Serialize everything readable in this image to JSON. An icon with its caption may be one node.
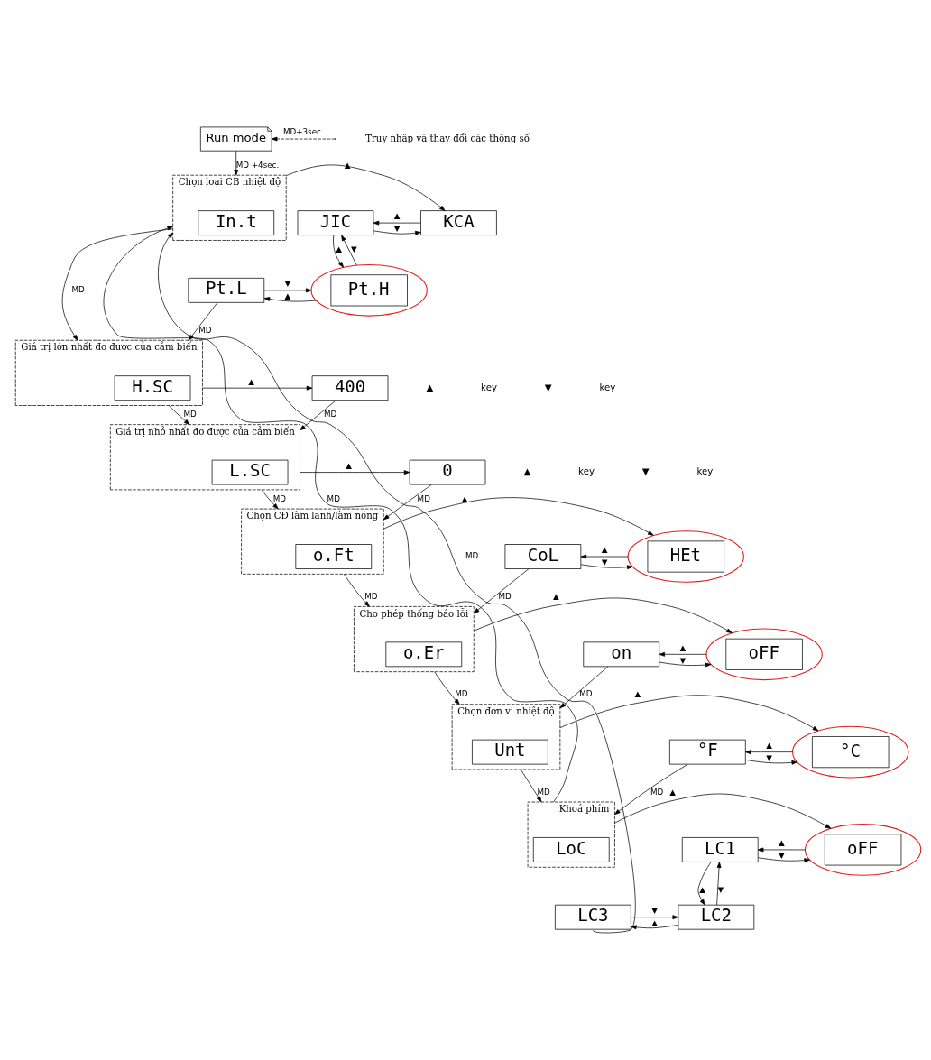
{
  "diagram": {
    "nodes": [
      {
        "text": [
          "Run mode"
        ]
      },
      {
        "text": [
          "Chọn loại CB nhiệt độ"
        ]
      },
      {
        "text": [
          "In.t"
        ],
        "in": 1
      },
      {
        "text": [
          "KCA"
        ]
      },
      {
        "text": [
          "JIC"
        ]
      },
      {
        "text": [
          "Pt.L"
        ]
      },
      {
        "text": [
          "Pt.H"
        ]
      },
      {
        "text": [
          "Giá trị lớn nhất đo được của cảm biến"
        ]
      },
      {
        "text": [
          "H.SC"
        ],
        "in": 7
      },
      {
        "text": [
          "400"
        ]
      },
      {
        "text": [
          "Giá trị nhỏ nhất đo được của cảm biến"
        ]
      },
      {
        "text": [
          "L.SC"
        ],
        "in": 10
      },
      {
        "text": [
          "0"
        ]
      },
      {
        "text": [
          "Chọn CĐ làm lanh/làm nóng"
        ]
      },
      {
        "text": [
          "o.Ft"
        ],
        "in": 13
      },
      {
        "text": [
          "HEt"
        ]
      },
      {
        "text": [
          "CoL"
        ]
      },
      {
        "text": [
          "Cho phép thống báo lỗi"
        ]
      },
      {
        "text": [
          "o.Er"
        ],
        "in": 17
      },
      {
        "text": [
          "oFF"
        ]
      },
      {
        "text": [
          "on"
        ]
      },
      {
        "text": [
          "Chọn đơn vị nhiệt độ"
        ]
      },
      {
        "text": [
          "Unt"
        ],
        "in": 21
      },
      {
        "text": [
          "°C"
        ]
      },
      {
        "text": [
          "°F"
        ]
      },
      {
        "text": [
          "Khoá phím"
        ]
      },
      {
        "text": [
          "LoC"
        ],
        "in": 25
      },
      {
        "text": [
          "oFF"
        ]
      },
      {
        "text": [
          "LC1"
        ]
      },
      {
        "text": [
          "LC2"
        ]
      },
      {
        "text": [
          "LC3"
        ]
      }
    ],
    "edges": [
      {
        "from": 0,
        "to": 1,
        "arrow": "to",
        "label": "MD +4sec."
      },
      {
        "from": null,
        "to": 0,
        "arrow": "to",
        "label": "MD+3sec.",
        "style": "dashed"
      },
      {
        "from": 1,
        "to": 3,
        "arrow": "to",
        "label": "▲"
      },
      {
        "from": 3,
        "to": 4,
        "arrow": "to",
        "label": "▲"
      },
      {
        "from": 4,
        "to": 3,
        "arrow": "to",
        "label": "▼"
      },
      {
        "from": 6,
        "to": 4,
        "arrow": "to",
        "label": "▼"
      },
      {
        "from": 4,
        "to": 6,
        "arrow": "to",
        "label": "▲"
      },
      {
        "from": 5,
        "to": 6,
        "arrow": "to",
        "label": "▼"
      },
      {
        "from": 6,
        "to": 5,
        "arrow": "to",
        "label": "▲"
      },
      {
        "from": 1,
        "to": 7,
        "arrow": "to",
        "label": "MD"
      },
      {
        "from": 5,
        "to": 7,
        "arrow": "to",
        "label": "MD"
      },
      {
        "from": 7,
        "to": 9,
        "arrow": "to",
        "label": "▲"
      },
      {
        "from": 7,
        "to": 10,
        "arrow": "to",
        "label": "MD"
      },
      {
        "from": 9,
        "to": 10,
        "arrow": "to",
        "label": "MD"
      },
      {
        "from": 10,
        "to": 12,
        "arrow": "to",
        "label": "▲"
      },
      {
        "from": 10,
        "to": 13,
        "arrow": "to",
        "label": "MD"
      },
      {
        "from": 12,
        "to": 13,
        "arrow": "to",
        "label": "MD"
      },
      {
        "from": 13,
        "to": 15,
        "arrow": "to",
        "label": "▲"
      },
      {
        "from": 15,
        "to": 16,
        "arrow": "to",
        "label": "▲"
      },
      {
        "from": 16,
        "to": 15,
        "arrow": "to",
        "label": "▼"
      },
      {
        "from": 13,
        "to": 17,
        "arrow": "to",
        "label": "MD"
      },
      {
        "from": 16,
        "to": 17,
        "arrow": "to",
        "label": "MD"
      },
      {
        "from": 17,
        "to": 19,
        "arrow": "to",
        "label": "▲"
      },
      {
        "from": 19,
        "to": 20,
        "arrow": "to",
        "label": "▲"
      },
      {
        "from": 20,
        "to": 19,
        "arrow": "to",
        "label": "▼"
      },
      {
        "from": 17,
        "to": 21,
        "arrow": "to",
        "label": "MD"
      },
      {
        "from": 20,
        "to": 21,
        "arrow": "to",
        "label": "MD"
      },
      {
        "from": 21,
        "to": 23,
        "arrow": "to",
        "label": "▲"
      },
      {
        "from": 23,
        "to": 24,
        "arrow": "to",
        "label": "▲"
      },
      {
        "from": 24,
        "to": 23,
        "arrow": "to",
        "label": "▼"
      },
      {
        "from": 21,
        "to": 25,
        "arrow": "to",
        "label": "MD"
      },
      {
        "from": 24,
        "to": 25,
        "arrow": "to",
        "label": "MD"
      },
      {
        "from": 25,
        "to": 27,
        "arrow": "to",
        "label": "▲"
      },
      {
        "from": 27,
        "to": 28,
        "arrow": "to",
        "label": "▲"
      },
      {
        "from": 28,
        "to": 27,
        "arrow": "to",
        "label": "▼"
      },
      {
        "from": 28,
        "to": 29,
        "arrow": "to",
        "label": "▲"
      },
      {
        "from": 29,
        "to": 28,
        "arrow": "to",
        "label": "▼"
      },
      {
        "from": 30,
        "to": 29,
        "arrow": "to",
        "label": "▼"
      },
      {
        "from": 29,
        "to": 30,
        "arrow": "to",
        "label": "▲"
      },
      {
        "from": 25,
        "to": 1,
        "arrow": "to",
        "label": "MD"
      },
      {
        "from": 30,
        "to": 1,
        "arrow": "to",
        "label": "MD"
      }
    ],
    "labels": [
      "Truy nhập và thay đổi các thông số",
      "▲",
      "key",
      "▼",
      "key",
      "▲",
      "key",
      "▼",
      "key"
    ]
  }
}
